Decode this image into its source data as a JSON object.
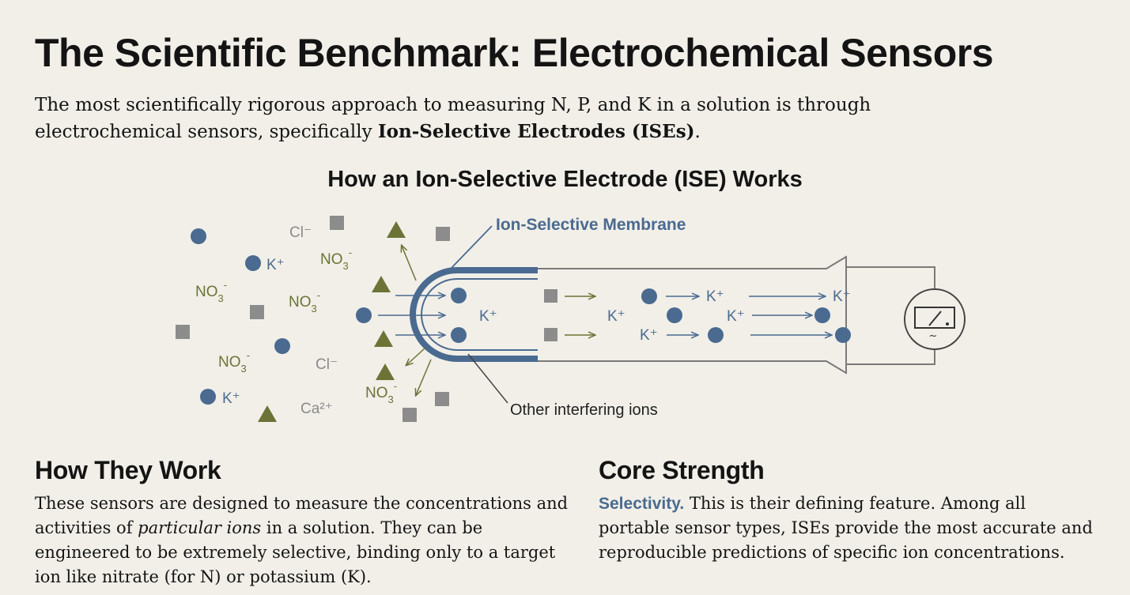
{
  "colors": {
    "background": "#f1efe8",
    "ion_blue": "#4a6a90",
    "ion_olive": "#6b7436",
    "ion_gray": "#8c8c8c",
    "membrane": "#4a6a90",
    "text": "#141414"
  },
  "title": "The Scientific Benchmark: Electrochemical Sensors",
  "intro": {
    "text_1": "The most scientifically rigorous approach to measuring N, P, and K in a solution is through electrochemical sensors, specifically ",
    "bold": "Ion-Selective Electrodes (ISEs)",
    "text_2": "."
  },
  "diagram": {
    "title": "How an Ion-Selective Electrode (ISE) Works",
    "membrane_label": "Ion-Selective Membrane",
    "interfering_label": "Other interfering ions",
    "meter_icon": "voltmeter-icon",
    "meter_symbol": "~",
    "ion_labels": {
      "potassium": "K⁺",
      "nitrate_base": "NO",
      "nitrate_sub": "3",
      "nitrate_sup": "-",
      "chloride": "Cl⁻",
      "calcium": "Ca²⁺"
    }
  },
  "how_they_work": {
    "heading": "How They Work",
    "text_1": "These sensors are designed to measure the concentrations and activities of ",
    "italic": "particular ions",
    "text_2": " in a solution. They can be engineered to be extremely selective, binding only to a target ion like nitrate (for N) or potassium (K)."
  },
  "core_strength": {
    "heading": "Core Strength",
    "lead": "Selectivity.",
    "text": " This is their defining feature. Among all portable sensor types, ISEs provide the most accurate and reproducible predictions of specific ion concentrations."
  }
}
